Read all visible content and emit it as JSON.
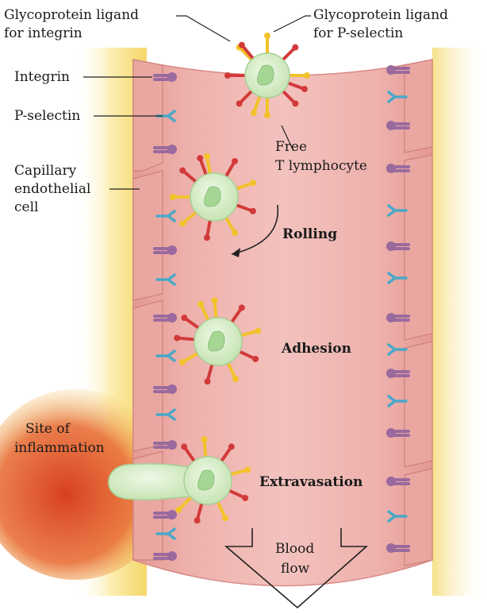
{
  "labels": {
    "glyco_integrin_line1": "Glycoprotein ligand",
    "glyco_integrin_line2": "for integrin",
    "glyco_pselectin_line1": "Glycoprotein ligand",
    "glyco_pselectin_line2": "for P-selectin",
    "integrin": "Integrin",
    "pselectin": "P-selectin",
    "capillary_line1": "Capillary",
    "capillary_line2": "endothelial",
    "capillary_line3": "cell",
    "free_line1": "Free",
    "free_line2": "T lymphocyte",
    "site_line1": "Site of",
    "site_line2": "inflammation",
    "blood_line1": "Blood",
    "blood_line2": "flow"
  },
  "stages": {
    "rolling": "Rolling",
    "adhesion": "Adhesion",
    "extravasation": "Extravasation"
  },
  "colors": {
    "vessel": "#eaa9a6",
    "vessel_light": "#f4c3bf",
    "tissue_yellow": "#f7e27a",
    "inflammation": "#e0502a",
    "cell_fill": "#d8efc9",
    "integrin": "#9a6a9e",
    "pselectin": "#4aa8c8",
    "ligand_red": "#d23a3a",
    "ligand_yellow": "#f2c22a"
  }
}
